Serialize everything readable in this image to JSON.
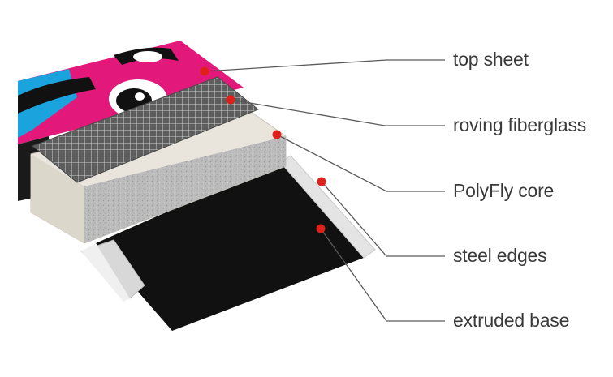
{
  "diagram": {
    "layers": [
      {
        "id": "top-sheet",
        "label": "top sheet"
      },
      {
        "id": "roving-fiberglass",
        "label": "roving fiberglass"
      },
      {
        "id": "polyfly-core",
        "label": "PolyFly core"
      },
      {
        "id": "steel-edges",
        "label": "steel edges"
      },
      {
        "id": "extruded-base",
        "label": "extruded base"
      }
    ],
    "colors": {
      "marker": "#e0201d",
      "leader_line": "#5a5a5a",
      "label_text": "#3a3a3a",
      "top_sheet_pink": "#e2197a",
      "top_sheet_blue": "#1aa3dc",
      "fiberglass_mesh": "#6b6b6b",
      "core_face": "#bdbdbd",
      "core_cap": "#e9e5dc",
      "steel_edge": "#e6e6e6",
      "base": "#111111"
    }
  }
}
